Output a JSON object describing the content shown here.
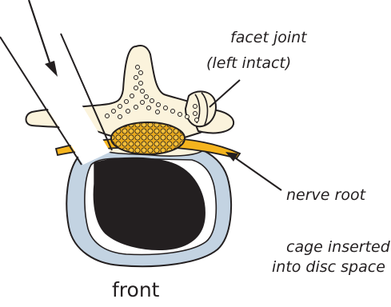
{
  "labels": {
    "facet_line1": "facet joint",
    "facet_line2": "(left intact)",
    "nerve_root": "nerve root",
    "cage_line1": "cage inserted",
    "cage_line2": "into disc space",
    "front": "front"
  },
  "colors": {
    "bone": "#fbf3dc",
    "outline": "#231f20",
    "disc_outer": "#c3d3e2",
    "disc_inner": "#ffffff",
    "cage": "#231f20",
    "nerve": "#f5b41e",
    "graft": "#e8a91c",
    "retractor": "#ffffff"
  }
}
